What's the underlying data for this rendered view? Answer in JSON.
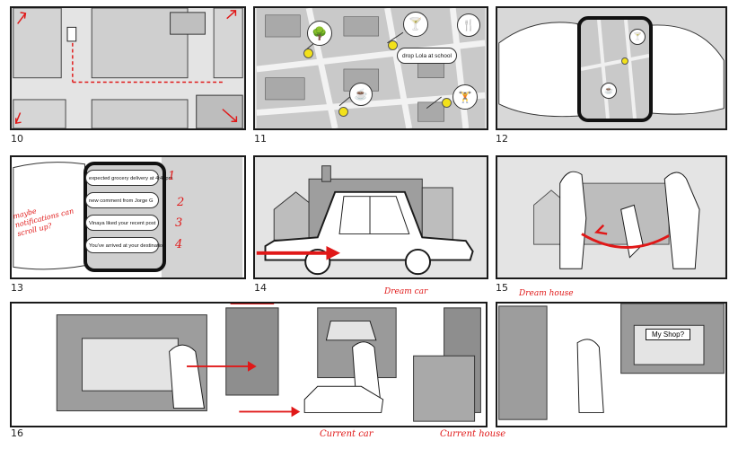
{
  "colors": {
    "ink": "#1a1a1a",
    "paper": "#e2e2e2",
    "accent_red": "#e01818",
    "pin_yellow": "#f2e11a"
  },
  "panel_numbers": {
    "p10": "10",
    "p11": "11",
    "p12": "12",
    "p13": "13",
    "p14": "14",
    "p15": "15",
    "p16": "16"
  },
  "map_bubble": "drop Lola at school",
  "notifications": [
    {
      "text": "expected grocery delivery at 4:40pm",
      "index": "1"
    },
    {
      "text": "new comment from Jorge G",
      "index": "2"
    },
    {
      "text": "Vinaya liked your recent post",
      "index": "3"
    },
    {
      "text": "You've arrived at your destination",
      "index": "4"
    }
  ],
  "side_note": "maybe notifications can scroll up?",
  "labels": {
    "dream_car": "Dream car",
    "dream_house": "Dream house",
    "current_car": "Current car",
    "current_house": "Current house",
    "shop_sign": "My Shop?"
  },
  "icons": [
    "tree-icon",
    "cocktail-icon",
    "food-icon",
    "coffee-icon",
    "dumbbell-icon",
    "map-pin-icon"
  ]
}
